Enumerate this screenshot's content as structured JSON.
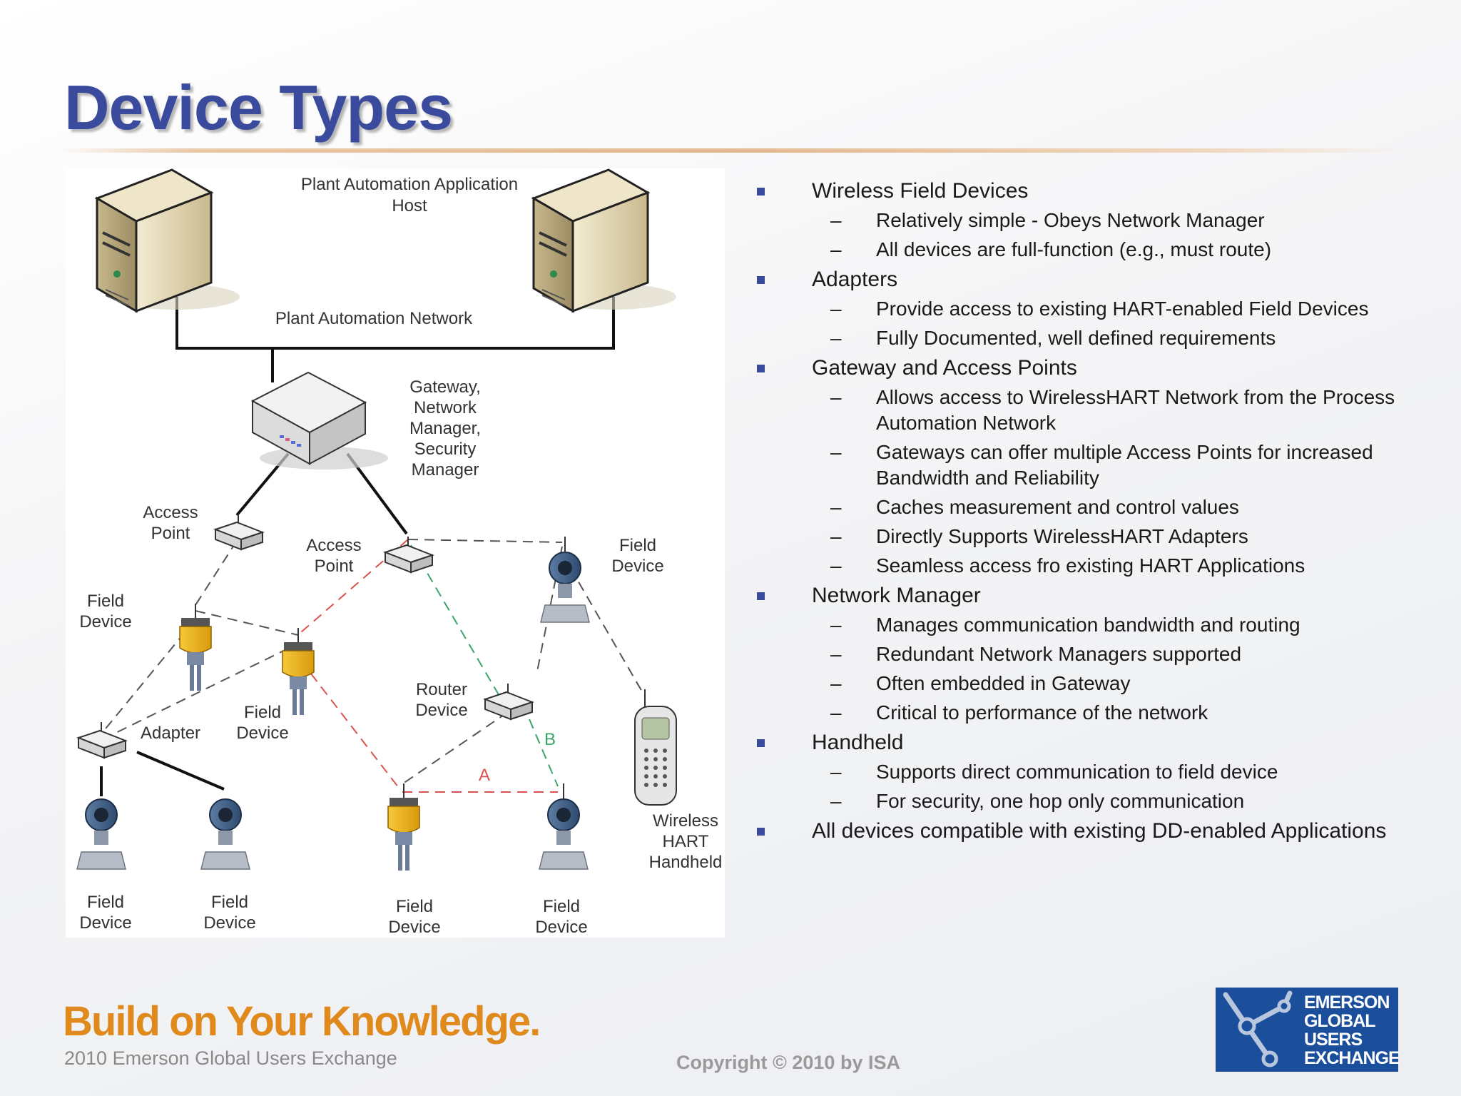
{
  "slide": {
    "title": "Device Types"
  },
  "diagram": {
    "host_label_line1": "Plant Automation Application",
    "host_label_line2": "Host",
    "network_label": "Plant Automation Network",
    "gateway_label": [
      "Gateway,",
      "Network",
      "Manager,",
      "Security",
      "Manager"
    ],
    "access_point_left": [
      "Access",
      "Point"
    ],
    "access_point_center": [
      "Access",
      "Point"
    ],
    "field_device_top_right": [
      "Field",
      "Device"
    ],
    "field_device_left": [
      "Field",
      "Device"
    ],
    "field_device_mid": [
      "Field",
      "Device"
    ],
    "router_device": [
      "Router",
      "Device"
    ],
    "adapter": "Adapter",
    "path_a": "A",
    "path_b": "B",
    "handheld": [
      "Wireless",
      "HART",
      "Handheld"
    ],
    "bottom_field_devices": [
      [
        "Field",
        "Device"
      ],
      [
        "Field",
        "Device"
      ],
      [
        "Field",
        "Device"
      ],
      [
        "Field",
        "Device"
      ]
    ],
    "colors": {
      "path_a": "#d9534f",
      "path_b": "#3aa56a",
      "mesh": "#555555"
    }
  },
  "bullets": [
    {
      "text": "Wireless Field Devices",
      "subs": [
        "Relatively simple - Obeys Network Manager",
        "All devices are full-function (e.g., must route)"
      ]
    },
    {
      "text": "Adapters",
      "subs": [
        "Provide access to existing HART-enabled Field Devices",
        "Fully Documented, well defined requirements"
      ]
    },
    {
      "text": "Gateway and Access Points",
      "subs": [
        "Allows access to WirelessHART Network from the Process Automation Network",
        "Gateways can offer multiple Access Points for increased Bandwidth and Reliability",
        "Caches measurement and control values",
        "Directly Supports WirelessHART Adapters",
        "Seamless access fro existing HART Applications"
      ]
    },
    {
      "text": "Network Manager",
      "subs": [
        "Manages communication bandwidth and routing",
        "Redundant Network Managers supported",
        "Often embedded in Gateway",
        "Critical to performance of the network"
      ]
    },
    {
      "text": "Handheld",
      "subs": [
        "Supports direct communication to field device",
        "For security, one hop only communication"
      ]
    },
    {
      "text": "All devices compatible with existing DD-enabled Applications",
      "subs": []
    }
  ],
  "footer": {
    "brand": "Build on Your Knowledge.",
    "brand_sub": "2010 Emerson Global Users Exchange",
    "copyright": "Copyright © 2010 by ISA",
    "logo_lines": [
      "EMERSON",
      "GLOBAL",
      "USERS",
      "EXCHANGE"
    ]
  }
}
